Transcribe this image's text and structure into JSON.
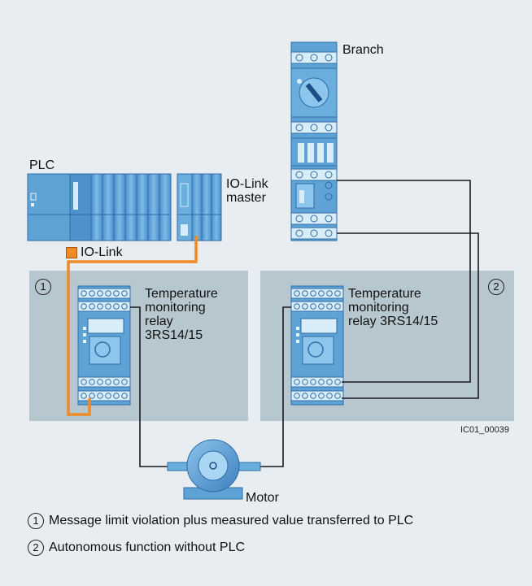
{
  "labels": {
    "plc": "PLC",
    "io_link_master": [
      "IO-Link",
      "master"
    ],
    "branch": "Branch",
    "io_link": "IO-Link",
    "relay_left": [
      "Temperature",
      "monitoring",
      "relay",
      "3RS14/15"
    ],
    "relay_right": [
      "Temperature",
      "monitoring",
      "relay 3RS14/15"
    ],
    "motor": "Motor",
    "figure_code": "IC01_00039"
  },
  "markers": {
    "one": "1",
    "two": "2"
  },
  "notes": [
    {
      "number": "1",
      "text": "Message limit violation plus measured value transferred to PLC"
    },
    {
      "number": "2",
      "text": "Autonomous function without PLC"
    }
  ],
  "colors": {
    "background": "#e7edf0",
    "panel": "#b7c7cf",
    "device": "#5fa3d6",
    "device_dark": "#3a78b4",
    "io_link_cable": "#f08a24",
    "wire": "#1a1a1a"
  }
}
